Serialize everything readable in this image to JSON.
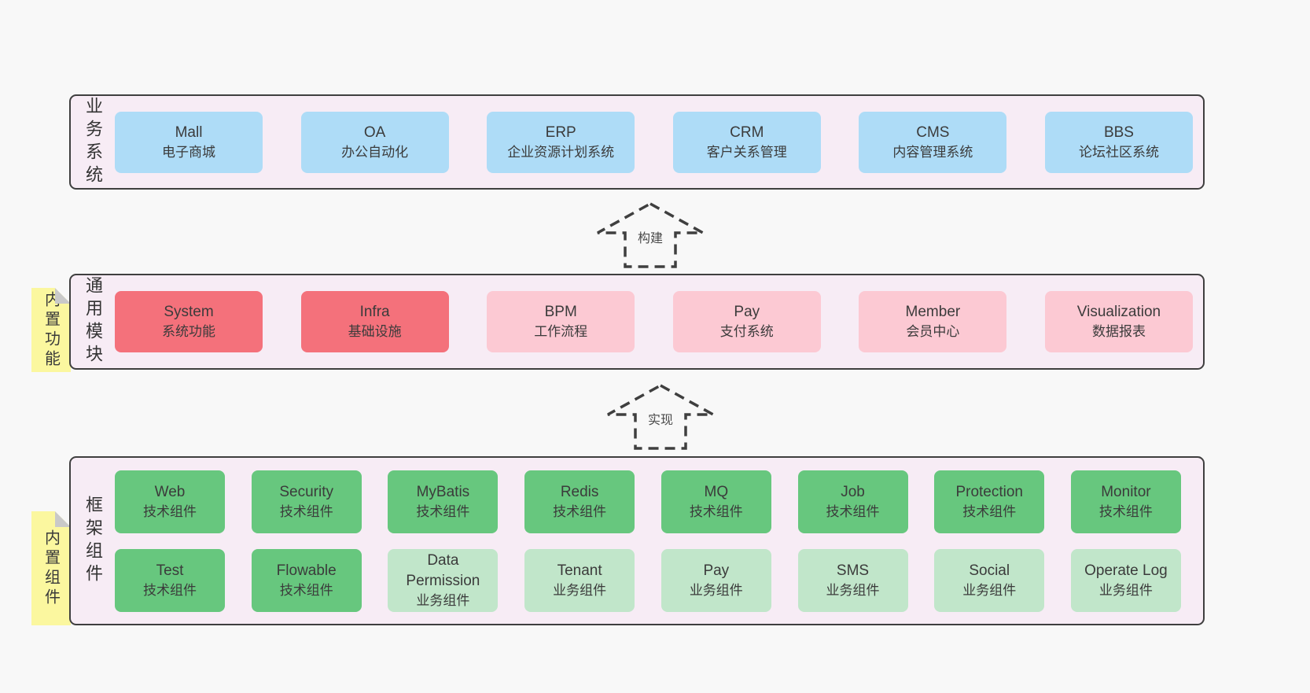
{
  "colors": {
    "page_background": "#f8f8f8",
    "band_background": "#f7ecf5",
    "band_border": "#3f3f3f",
    "blue_box": "#aedcf7",
    "red_box": "#f4717b",
    "pink_box": "#fcc9d3",
    "green_box": "#67c77e",
    "light_green_box": "#c1e6ca",
    "note_yellow": "#fbf79f",
    "note_fold_gray": "#c9c9c9"
  },
  "arrows": [
    {
      "label": "构建"
    },
    {
      "label": "实现"
    }
  ],
  "bands": [
    {
      "label": "业务系统",
      "note": null,
      "rows": [
        [
          {
            "name": "Mall",
            "desc": "电子商城",
            "type": "blue"
          },
          {
            "name": "OA",
            "desc": "办公自动化",
            "type": "blue"
          },
          {
            "name": "ERP",
            "desc": "企业资源计划系统",
            "type": "blue"
          },
          {
            "name": "CRM",
            "desc": "客户关系管理",
            "type": "blue"
          },
          {
            "name": "CMS",
            "desc": "内容管理系统",
            "type": "blue"
          },
          {
            "name": "BBS",
            "desc": "论坛社区系统",
            "type": "blue"
          }
        ]
      ]
    },
    {
      "label": "通用模块",
      "note": "内置功能",
      "rows": [
        [
          {
            "name": "System",
            "desc": "系统功能",
            "type": "red"
          },
          {
            "name": "Infra",
            "desc": "基础设施",
            "type": "red"
          },
          {
            "name": "BPM",
            "desc": "工作流程",
            "type": "pink"
          },
          {
            "name": "Pay",
            "desc": "支付系统",
            "type": "pink"
          },
          {
            "name": "Member",
            "desc": "会员中心",
            "type": "pink"
          },
          {
            "name": "Visualization",
            "desc": "数据报表",
            "type": "pink"
          }
        ]
      ]
    },
    {
      "label": "框架组件",
      "note": "内置组件",
      "rows": [
        [
          {
            "name": "Web",
            "desc": "技术组件",
            "type": "green"
          },
          {
            "name": "Security",
            "desc": "技术组件",
            "type": "green"
          },
          {
            "name": "MyBatis",
            "desc": "技术组件",
            "type": "green"
          },
          {
            "name": "Redis",
            "desc": "技术组件",
            "type": "green"
          },
          {
            "name": "MQ",
            "desc": "技术组件",
            "type": "green"
          },
          {
            "name": "Job",
            "desc": "技术组件",
            "type": "green"
          },
          {
            "name": "Protection",
            "desc": "技术组件",
            "type": "green"
          },
          {
            "name": "Monitor",
            "desc": "技术组件",
            "type": "green"
          }
        ],
        [
          {
            "name": "Test",
            "desc": "技术组件",
            "type": "green"
          },
          {
            "name": "Flowable",
            "desc": "技术组件",
            "type": "green"
          },
          {
            "name": "Data Permission",
            "desc": "业务组件",
            "type": "lightgreen"
          },
          {
            "name": "Tenant",
            "desc": "业务组件",
            "type": "lightgreen"
          },
          {
            "name": "Pay",
            "desc": "业务组件",
            "type": "lightgreen"
          },
          {
            "name": "SMS",
            "desc": "业务组件",
            "type": "lightgreen"
          },
          {
            "name": "Social",
            "desc": "业务组件",
            "type": "lightgreen"
          },
          {
            "name": "Operate Log",
            "desc": "业务组件",
            "type": "lightgreen"
          }
        ]
      ]
    }
  ]
}
